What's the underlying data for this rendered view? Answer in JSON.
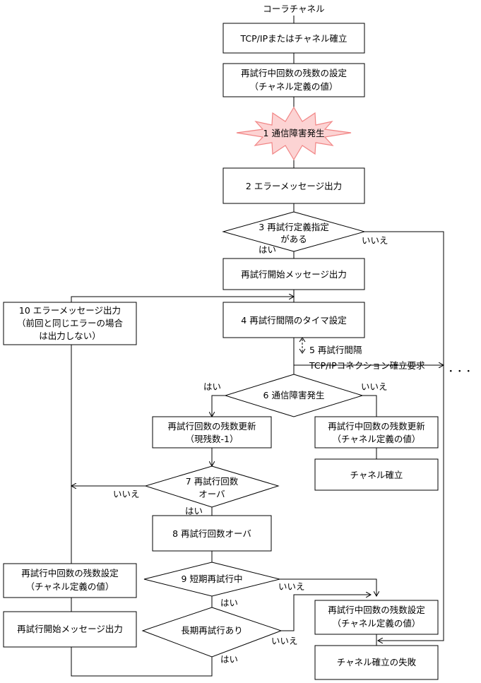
{
  "start_label": "コーラチャネル",
  "nodes": {
    "establish": "TCP/IPまたはチャネル確立",
    "set_retry_1": "再試行中回数の残数の設定",
    "set_retry_2": "（チャネル定義の値）",
    "failure": "1 通信障害発生",
    "error_msg": "2 エラーメッセージ出力",
    "retry_def_1": "3 再試行定義指定",
    "retry_def_2": "がある",
    "retry_start_msg": "再試行開始メッセージ出力",
    "timer_set": "4 再試行間隔のタイマ設定",
    "interval": "5 再試行間隔",
    "tcp_request": "TCP/IPコネクション確立要求",
    "failure2": "6 通信障害発生",
    "update_count_1": "再試行回数の残数更新",
    "update_count_2": "（現残数-1）",
    "update_mid_1": "再試行中回数の残数更新",
    "update_mid_2": "（チャネル定義の値）",
    "channel_established": "チャネル確立",
    "over_check_1": "7 再試行回数",
    "over_check_2": "オーバ",
    "over": "8 再試行回数オーバ",
    "short_retry": "9 短期再試行中",
    "long_retry": "長期再試行あり",
    "left_set_1": "再試行中回数の残数設定",
    "left_set_2": "（チャネル定義の値）",
    "left_start_msg": "再試行開始メッセージ出力",
    "err10_1": "10 エラーメッセージ出力",
    "err10_2": "（前回と同じエラーの場合",
    "err10_3": "は出力しない）",
    "right_set_1": "再試行中回数の残数設定",
    "right_set_2": "（チャネル定義の値）",
    "fail_final": "チャネル確立の失敗",
    "ellipsis": "・・・"
  },
  "labels": {
    "yes": "はい",
    "no": "いいえ"
  }
}
